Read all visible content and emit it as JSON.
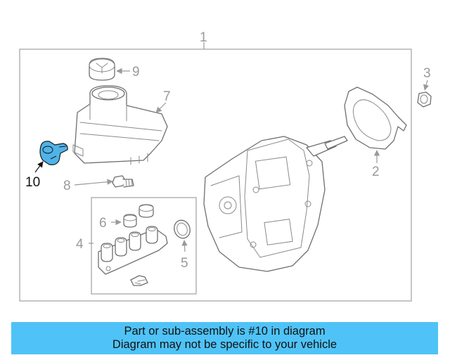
{
  "colors": {
    "banner_bg": "#4fc3f7",
    "highlight_part": "#4fb3e8",
    "frame_stroke": "#b3b3b3",
    "callout_text": "#9a9a9a",
    "highlight_callout_text": "#111111"
  },
  "callouts": {
    "c1": "1",
    "c2": "2",
    "c3": "3",
    "c4": "4",
    "c5": "5",
    "c6": "6",
    "c7": "7",
    "c8": "8",
    "c9": "9",
    "c10": "10"
  },
  "highlighted_part": "10",
  "banner": {
    "line1": "Part or sub-assembly is #10 in diagram",
    "line2": "Diagram may not be specific to your vehicle"
  }
}
